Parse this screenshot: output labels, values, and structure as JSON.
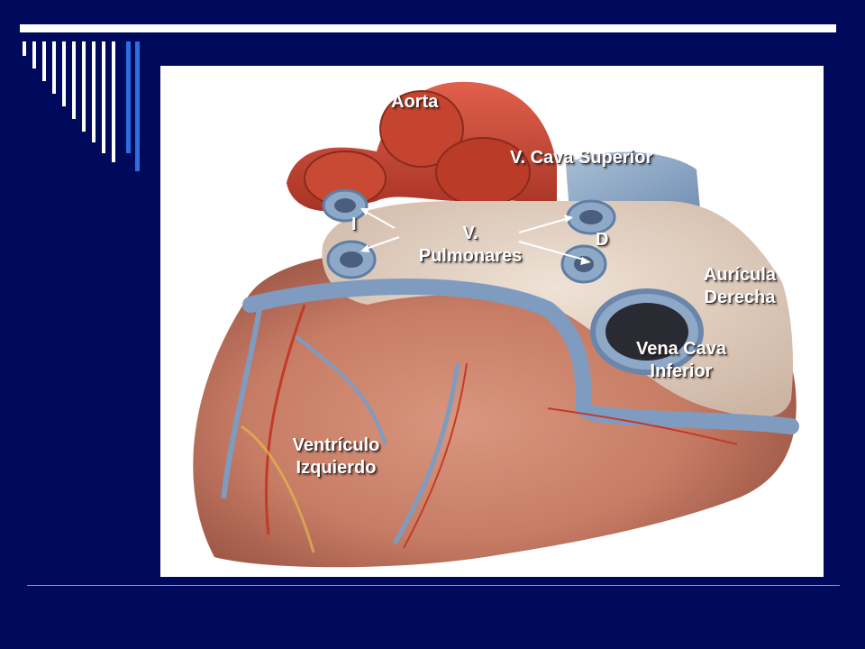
{
  "labels": {
    "aorta": "Aorta",
    "vcs": "V. Cava Superior",
    "left_marker": "I",
    "right_marker": "D",
    "pulm_v": "V.",
    "pulm_name": "Pulmonares",
    "auricula_1": "Aurícula",
    "auricula_2": "Derecha",
    "vci_1": "Vena Cava",
    "vci_2": "Inferior",
    "ventr_1": "Ventrículo",
    "ventr_2": "Izquierdo"
  },
  "colors": {
    "background": "#000a5c",
    "accent_stripe": "#2e6fe0",
    "panel": "#ffffff"
  }
}
